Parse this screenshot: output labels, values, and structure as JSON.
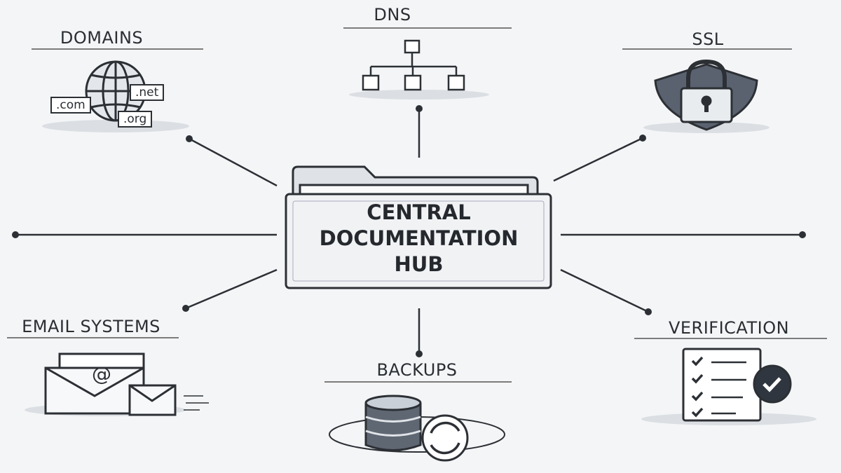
{
  "hub": {
    "line1": "CENTRAL",
    "line2": "DOCUMENTATION",
    "line3": "HUB"
  },
  "nodes": {
    "domains": {
      "label": "DOMAINS",
      "tlds": [
        ".com",
        ".net",
        ".org"
      ],
      "icon": "globe-icon"
    },
    "dns": {
      "label": "DNS",
      "icon": "hierarchy-icon"
    },
    "ssl": {
      "label": "SSL",
      "icon": "shield-lock-icon"
    },
    "email": {
      "label": "EMAIL SYSTEMS",
      "icon": "envelope-icon"
    },
    "backups": {
      "label": "BACKUPS",
      "icon": "database-sync-icon"
    },
    "verification": {
      "label": "VERIFICATION",
      "icon": "checklist-icon"
    }
  },
  "colors": {
    "ink": "#2a2e33",
    "background": "#f4f5f6",
    "shade": "#c9d0d8"
  }
}
